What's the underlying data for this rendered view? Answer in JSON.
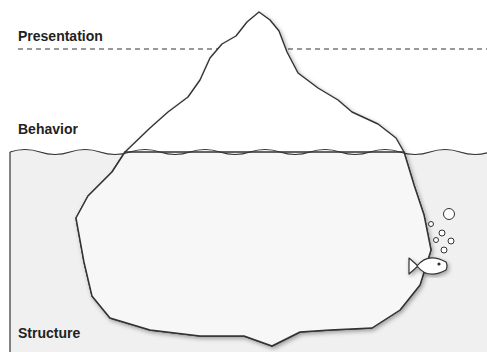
{
  "diagram": {
    "labels": [
      "Presentation",
      "Behavior",
      "Structure"
    ]
  }
}
